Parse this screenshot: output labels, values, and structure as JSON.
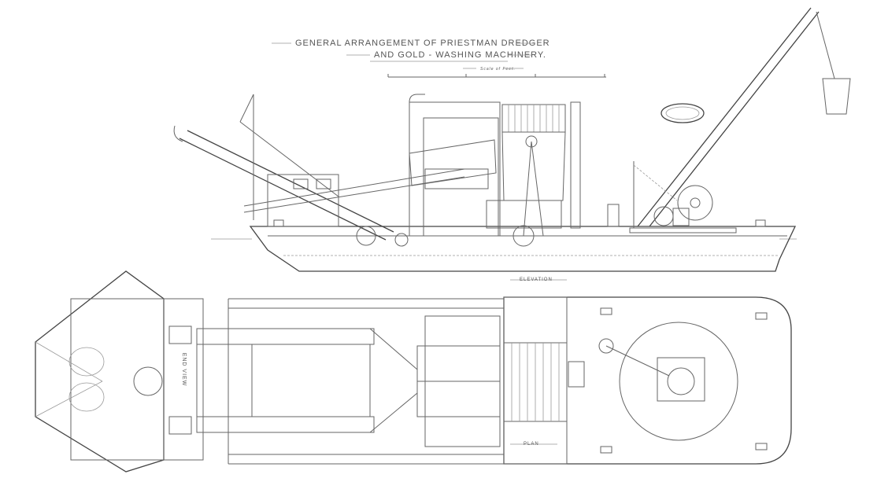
{
  "drawing": {
    "title_line1": "GENERAL ARRANGEMENT OF PRIESTMAN DREDGER",
    "title_line2": "AND GOLD - WASHING MACHINERY.",
    "scale_label": "Scale of Feet.",
    "views": {
      "elevation": "ELEVATION",
      "plan": "PLAN",
      "end_view": "END VIEW"
    }
  },
  "colors": {
    "ink": "#555555",
    "paper": "#ffffff"
  }
}
